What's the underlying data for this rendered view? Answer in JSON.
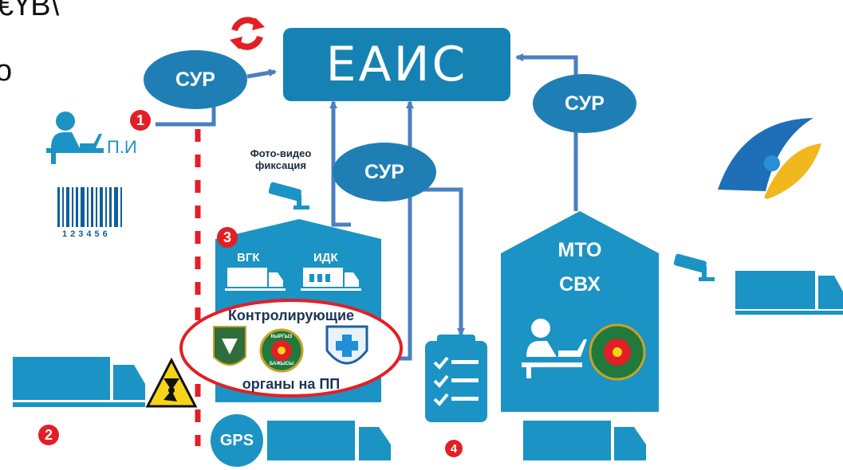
{
  "corner_text": [
    "€ҮВ\\",
    "о"
  ],
  "eais_title": "ЕАИС",
  "sur_labels": [
    "СУР",
    "СУР",
    "СУР"
  ],
  "pi_label": "П.И",
  "barcode_number": "123456",
  "foto_caption": [
    "Фото-видео",
    "фиксация"
  ],
  "vgk_label": "ВГК",
  "idk_label": "ИДК",
  "controllers_top": "Контролирующие",
  "controllers_bottom": "органы на ПП",
  "mto_line1": "МТО",
  "mto_line2": "СВХ",
  "gps_label": "GPS",
  "numbers": [
    "1",
    "2",
    "3",
    "4"
  ],
  "emblem_text": [
    "КЫРГЫЗ",
    "БАЖЫСЫ"
  ],
  "colors": {
    "primary": "#1b93c4",
    "box": "#1682b3",
    "ellipse": "#1f7fb5",
    "arrow": "#4a7fc1",
    "red": "#e41e26",
    "emblem_green": "#1f7a3c",
    "hazard_yellow": "#f7d417"
  }
}
